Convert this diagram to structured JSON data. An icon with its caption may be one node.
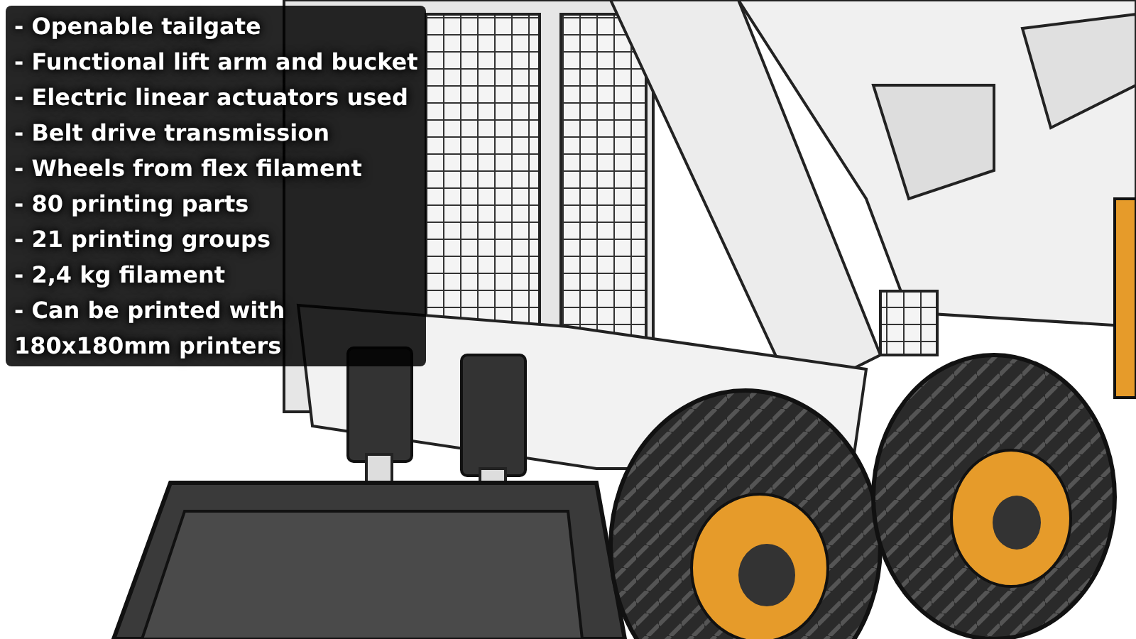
{
  "diagram": {
    "labels": [
      "- Openable tailgate",
      "- Functional lift arm and bucket",
      "- Electric linear actuators used",
      "- Belt drive transmission",
      "- Wheels from flex filament",
      "- 80 printing parts",
      "- 21 printing groups",
      "- 2,4 kg filament",
      "- Can be printed with 180x180mm printers"
    ]
  }
}
